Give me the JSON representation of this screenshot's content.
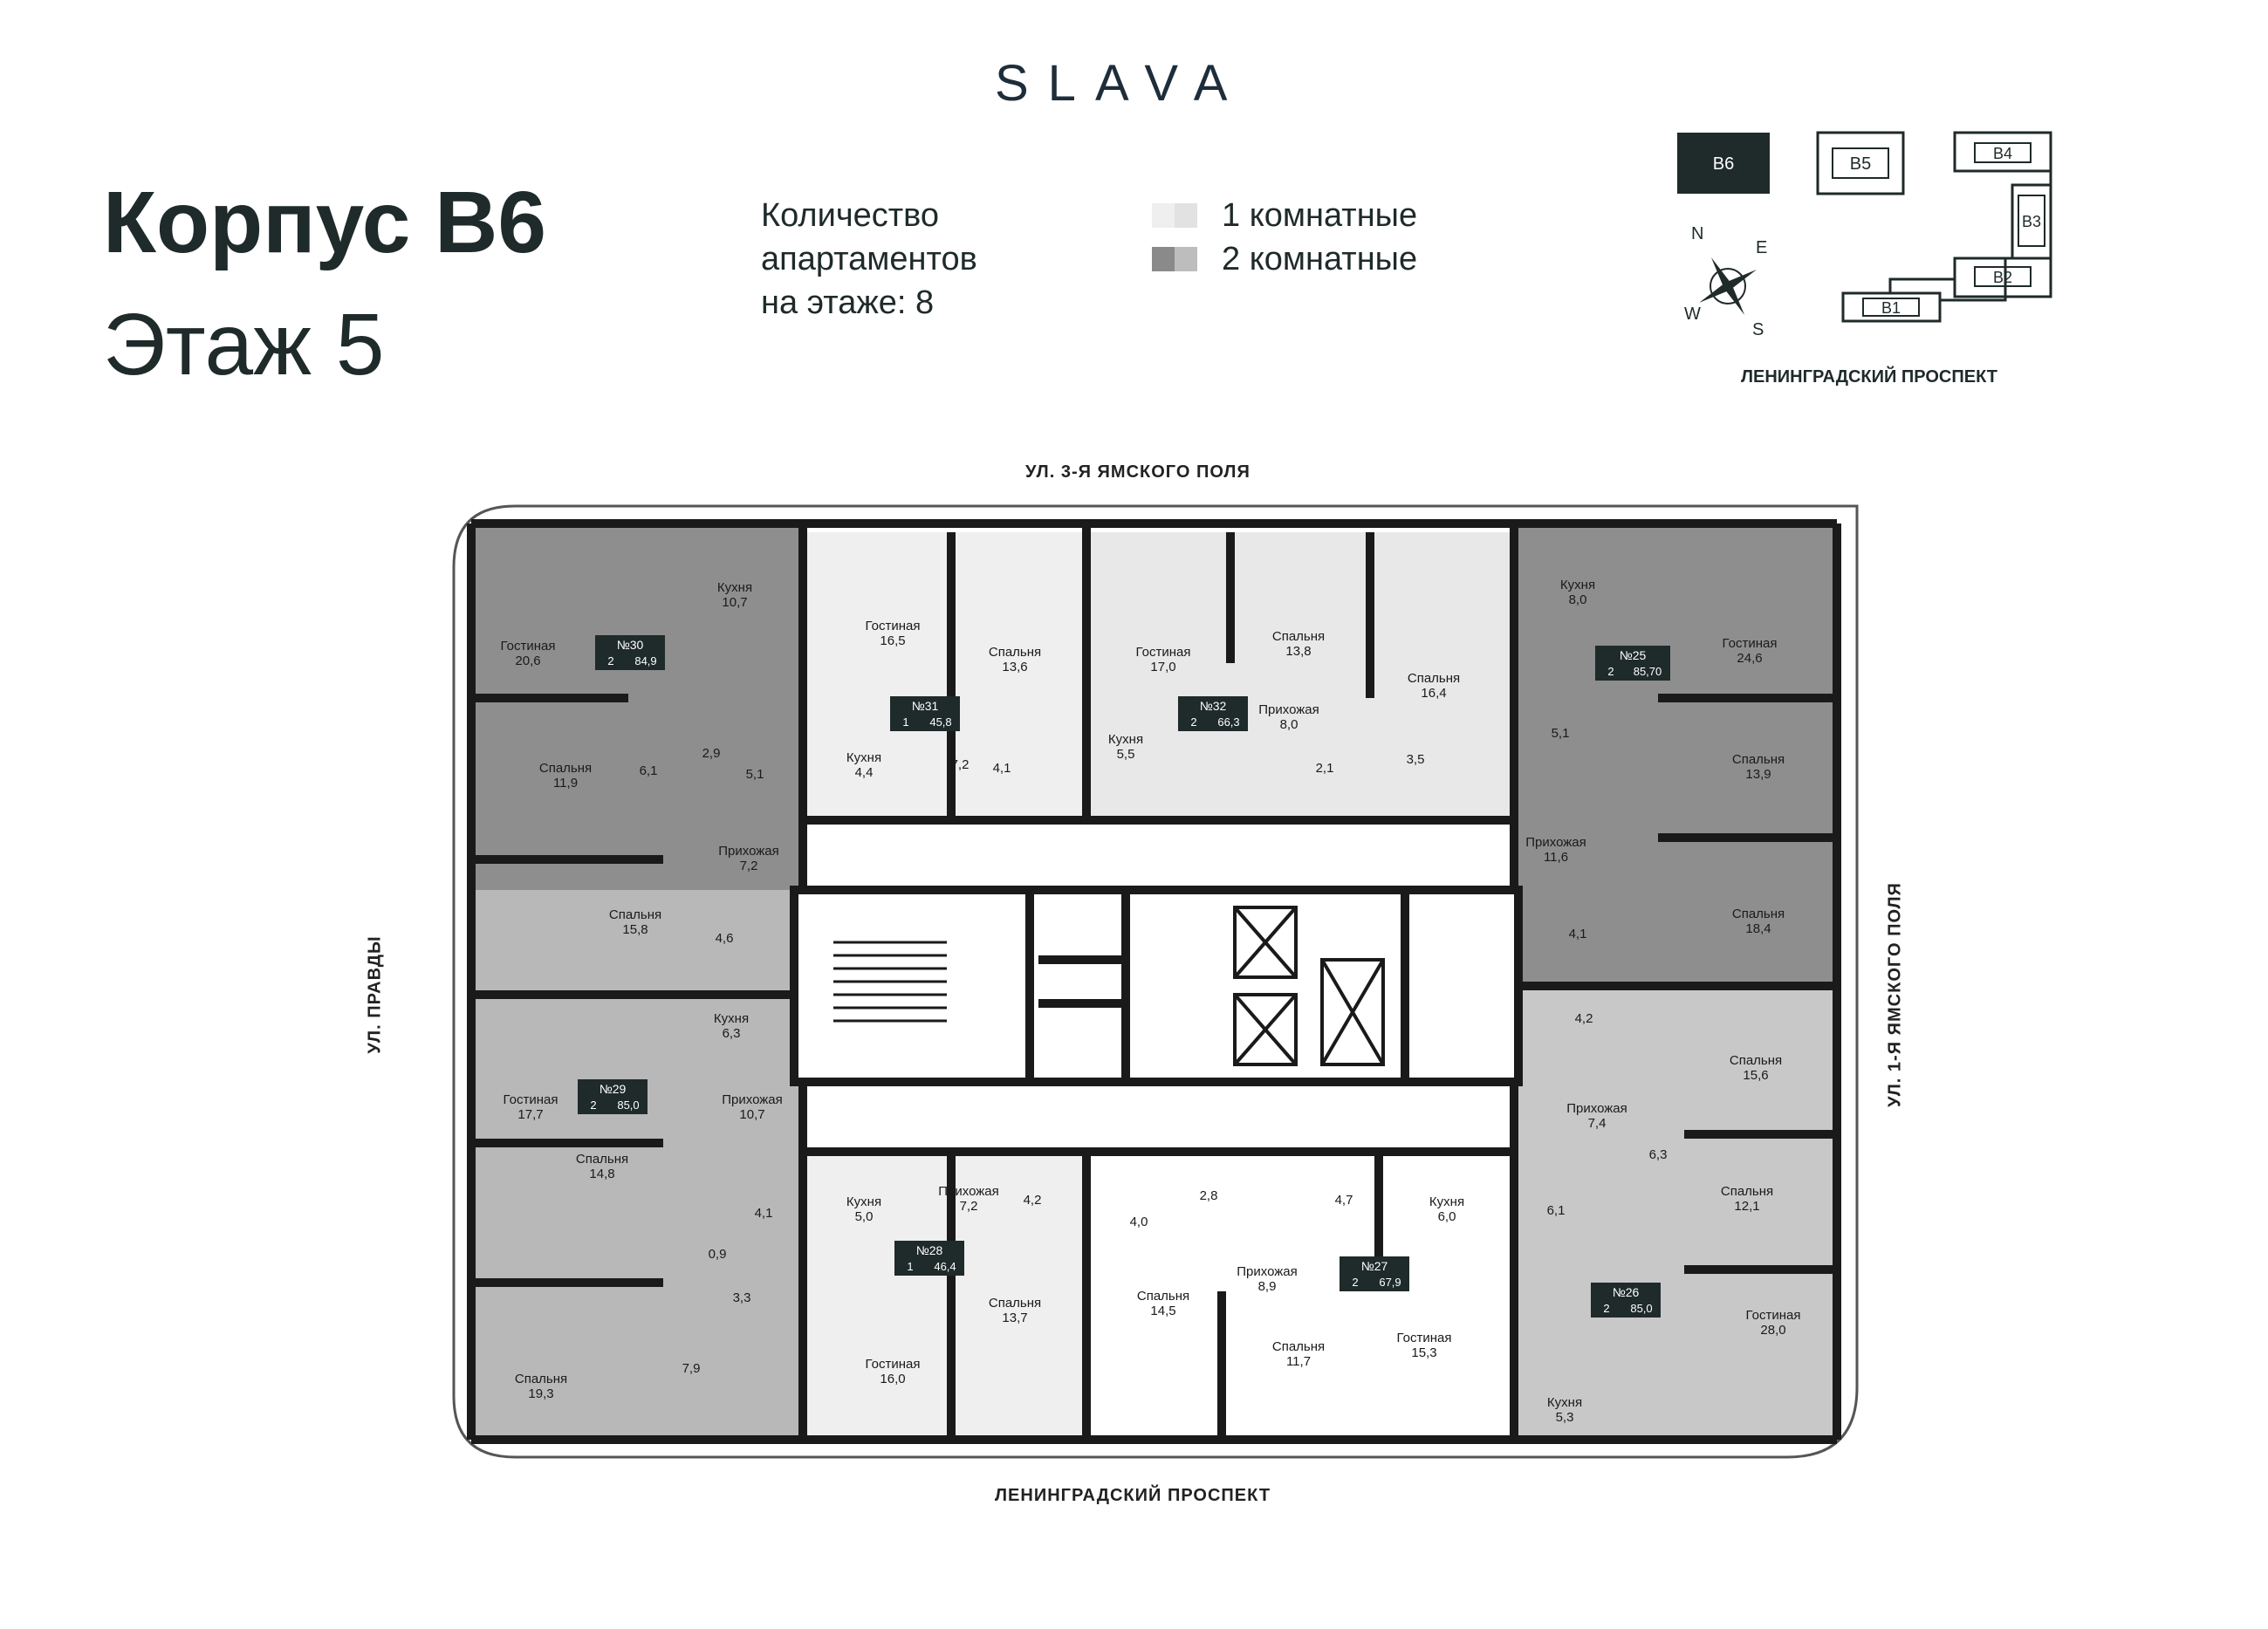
{
  "brand": "SLAVA",
  "header": {
    "building": "Корпус B6",
    "floor": "Этаж 5",
    "count_line1": "Количество",
    "count_line2": "апартаментов",
    "count_line3": "на этаже: 8"
  },
  "legend": [
    {
      "label": "1 комнатные",
      "colors": [
        "#efefef",
        "#e2e2e2"
      ]
    },
    {
      "label": "2 комнатные",
      "colors": [
        "#8a8a8a",
        "#bdbdbd"
      ]
    }
  ],
  "site_map": {
    "blocks": [
      "B6",
      "B5",
      "B4",
      "B3",
      "B2",
      "B1"
    ],
    "compass": [
      "N",
      "E",
      "W",
      "S"
    ],
    "street": "ЛЕНИНГРАДСКИЙ ПРОСПЕКТ"
  },
  "streets": {
    "top": "УЛ. 3-Я ЯМСКОГО ПОЛЯ",
    "bottom": "ЛЕНИНГРАДСКИЙ ПРОСПЕКТ",
    "left": "УЛ. ПРАВДЫ",
    "right": "УЛ. 1-Я ЯМСКОГО ПОЛЯ"
  },
  "apartments": [
    {
      "no": "№30",
      "rooms": "2",
      "area": "84,9"
    },
    {
      "no": "№31",
      "rooms": "1",
      "area": "45,8"
    },
    {
      "no": "№32",
      "rooms": "2",
      "area": "66,3"
    },
    {
      "no": "№25",
      "rooms": "2",
      "area": "85,70"
    },
    {
      "no": "№29",
      "rooms": "2",
      "area": "85,0"
    },
    {
      "no": "№28",
      "rooms": "1",
      "area": "46,4"
    },
    {
      "no": "№27",
      "rooms": "2",
      "area": "67,9"
    },
    {
      "no": "№26",
      "rooms": "2",
      "area": "85,0"
    }
  ],
  "rooms": [
    {
      "name": "Кухня",
      "area": "10,7"
    },
    {
      "name": "Гостиная",
      "area": "20,6"
    },
    {
      "name": "",
      "area": "2,9"
    },
    {
      "name": "",
      "area": "5,1"
    },
    {
      "name": "Спальня",
      "area": "11,9"
    },
    {
      "name": "",
      "area": "6,1"
    },
    {
      "name": "Прихожая",
      "area": "7,2"
    },
    {
      "name": "Спальня",
      "area": "15,8"
    },
    {
      "name": "",
      "area": "4,6"
    },
    {
      "name": "Гостиная",
      "area": "16,5"
    },
    {
      "name": "Спальня",
      "area": "13,6"
    },
    {
      "name": "Кухня",
      "area": "4,4"
    },
    {
      "name": "",
      "area": "7,2"
    },
    {
      "name": "",
      "area": "4,1"
    },
    {
      "name": "Гостиная",
      "area": "17,0"
    },
    {
      "name": "Спальня",
      "area": "13,8"
    },
    {
      "name": "Спальня",
      "area": "16,4"
    },
    {
      "name": "Прихожая",
      "area": "8,0"
    },
    {
      "name": "Кухня",
      "area": "5,5"
    },
    {
      "name": "",
      "area": "2,1"
    },
    {
      "name": "",
      "area": "3,5"
    },
    {
      "name": "Кухня",
      "area": "8,0"
    },
    {
      "name": "Гостиная",
      "area": "24,6"
    },
    {
      "name": "",
      "area": "5,1"
    },
    {
      "name": "Спальня",
      "area": "13,9"
    },
    {
      "name": "Прихожая",
      "area": "11,6"
    },
    {
      "name": "Спальня",
      "area": "18,4"
    },
    {
      "name": "",
      "area": "4,1"
    },
    {
      "name": "Кухня",
      "area": "6,3"
    },
    {
      "name": "Гостиная",
      "area": "17,7"
    },
    {
      "name": "Прихожая",
      "area": "10,7"
    },
    {
      "name": "Спальня",
      "area": "14,8"
    },
    {
      "name": "",
      "area": "4,1"
    },
    {
      "name": "",
      "area": "0,9"
    },
    {
      "name": "",
      "area": "3,3"
    },
    {
      "name": "Спальня",
      "area": "19,3"
    },
    {
      "name": "",
      "area": "7,9"
    },
    {
      "name": "Кухня",
      "area": "5,0"
    },
    {
      "name": "Прихожая",
      "area": "7,2"
    },
    {
      "name": "",
      "area": "4,2"
    },
    {
      "name": "Спальня",
      "area": "13,7"
    },
    {
      "name": "Гостиная",
      "area": "16,0"
    },
    {
      "name": "",
      "area": "4,0"
    },
    {
      "name": "",
      "area": "2,8"
    },
    {
      "name": "Спальня",
      "area": "14,5"
    },
    {
      "name": "Прихожая",
      "area": "8,9"
    },
    {
      "name": "Спальня",
      "area": "11,7"
    },
    {
      "name": "",
      "area": "4,7"
    },
    {
      "name": "Кухня",
      "area": "6,0"
    },
    {
      "name": "Гостиная",
      "area": "15,3"
    },
    {
      "name": "",
      "area": "4,2"
    },
    {
      "name": "Спальня",
      "area": "15,6"
    },
    {
      "name": "Прихожая",
      "area": "7,4"
    },
    {
      "name": "",
      "area": "6,3"
    },
    {
      "name": "",
      "area": "6,1"
    },
    {
      "name": "Спальня",
      "area": "12,1"
    },
    {
      "name": "Гостиная",
      "area": "28,0"
    },
    {
      "name": "Кухня",
      "area": "5,3"
    }
  ]
}
